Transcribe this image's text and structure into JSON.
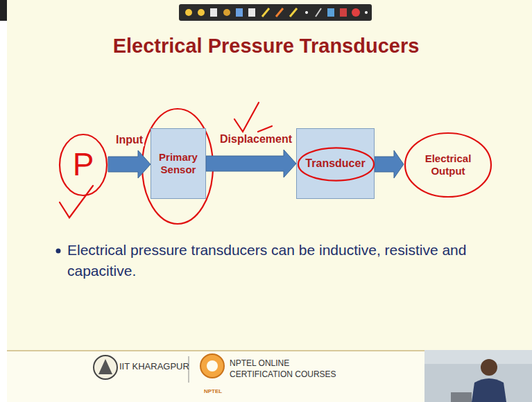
{
  "diagram": {
    "title": "Electrical Pressure Transducers",
    "nodes": [
      {
        "text": [
          "P"
        ]
      },
      {
        "text": [
          "Primary Sensor"
        ]
      },
      {
        "text": [
          "Transducer"
        ]
      },
      {
        "text": [
          "Electrical Output"
        ]
      }
    ],
    "edges": [
      {
        "from": 0,
        "to": 1,
        "label": "Input",
        "arrow": "to"
      },
      {
        "from": 1,
        "to": 2,
        "label": "Displacement",
        "arrow": "to"
      },
      {
        "from": 2,
        "to": 3,
        "arrow": "to"
      }
    ],
    "labels": [
      "Electrical pressure transducers can be inductive, resistive and capacitive.",
      "IIT KHARAGPUR",
      "NPTEL ONLINE CERTIFICATION COURSES",
      "NPTEL"
    ]
  }
}
